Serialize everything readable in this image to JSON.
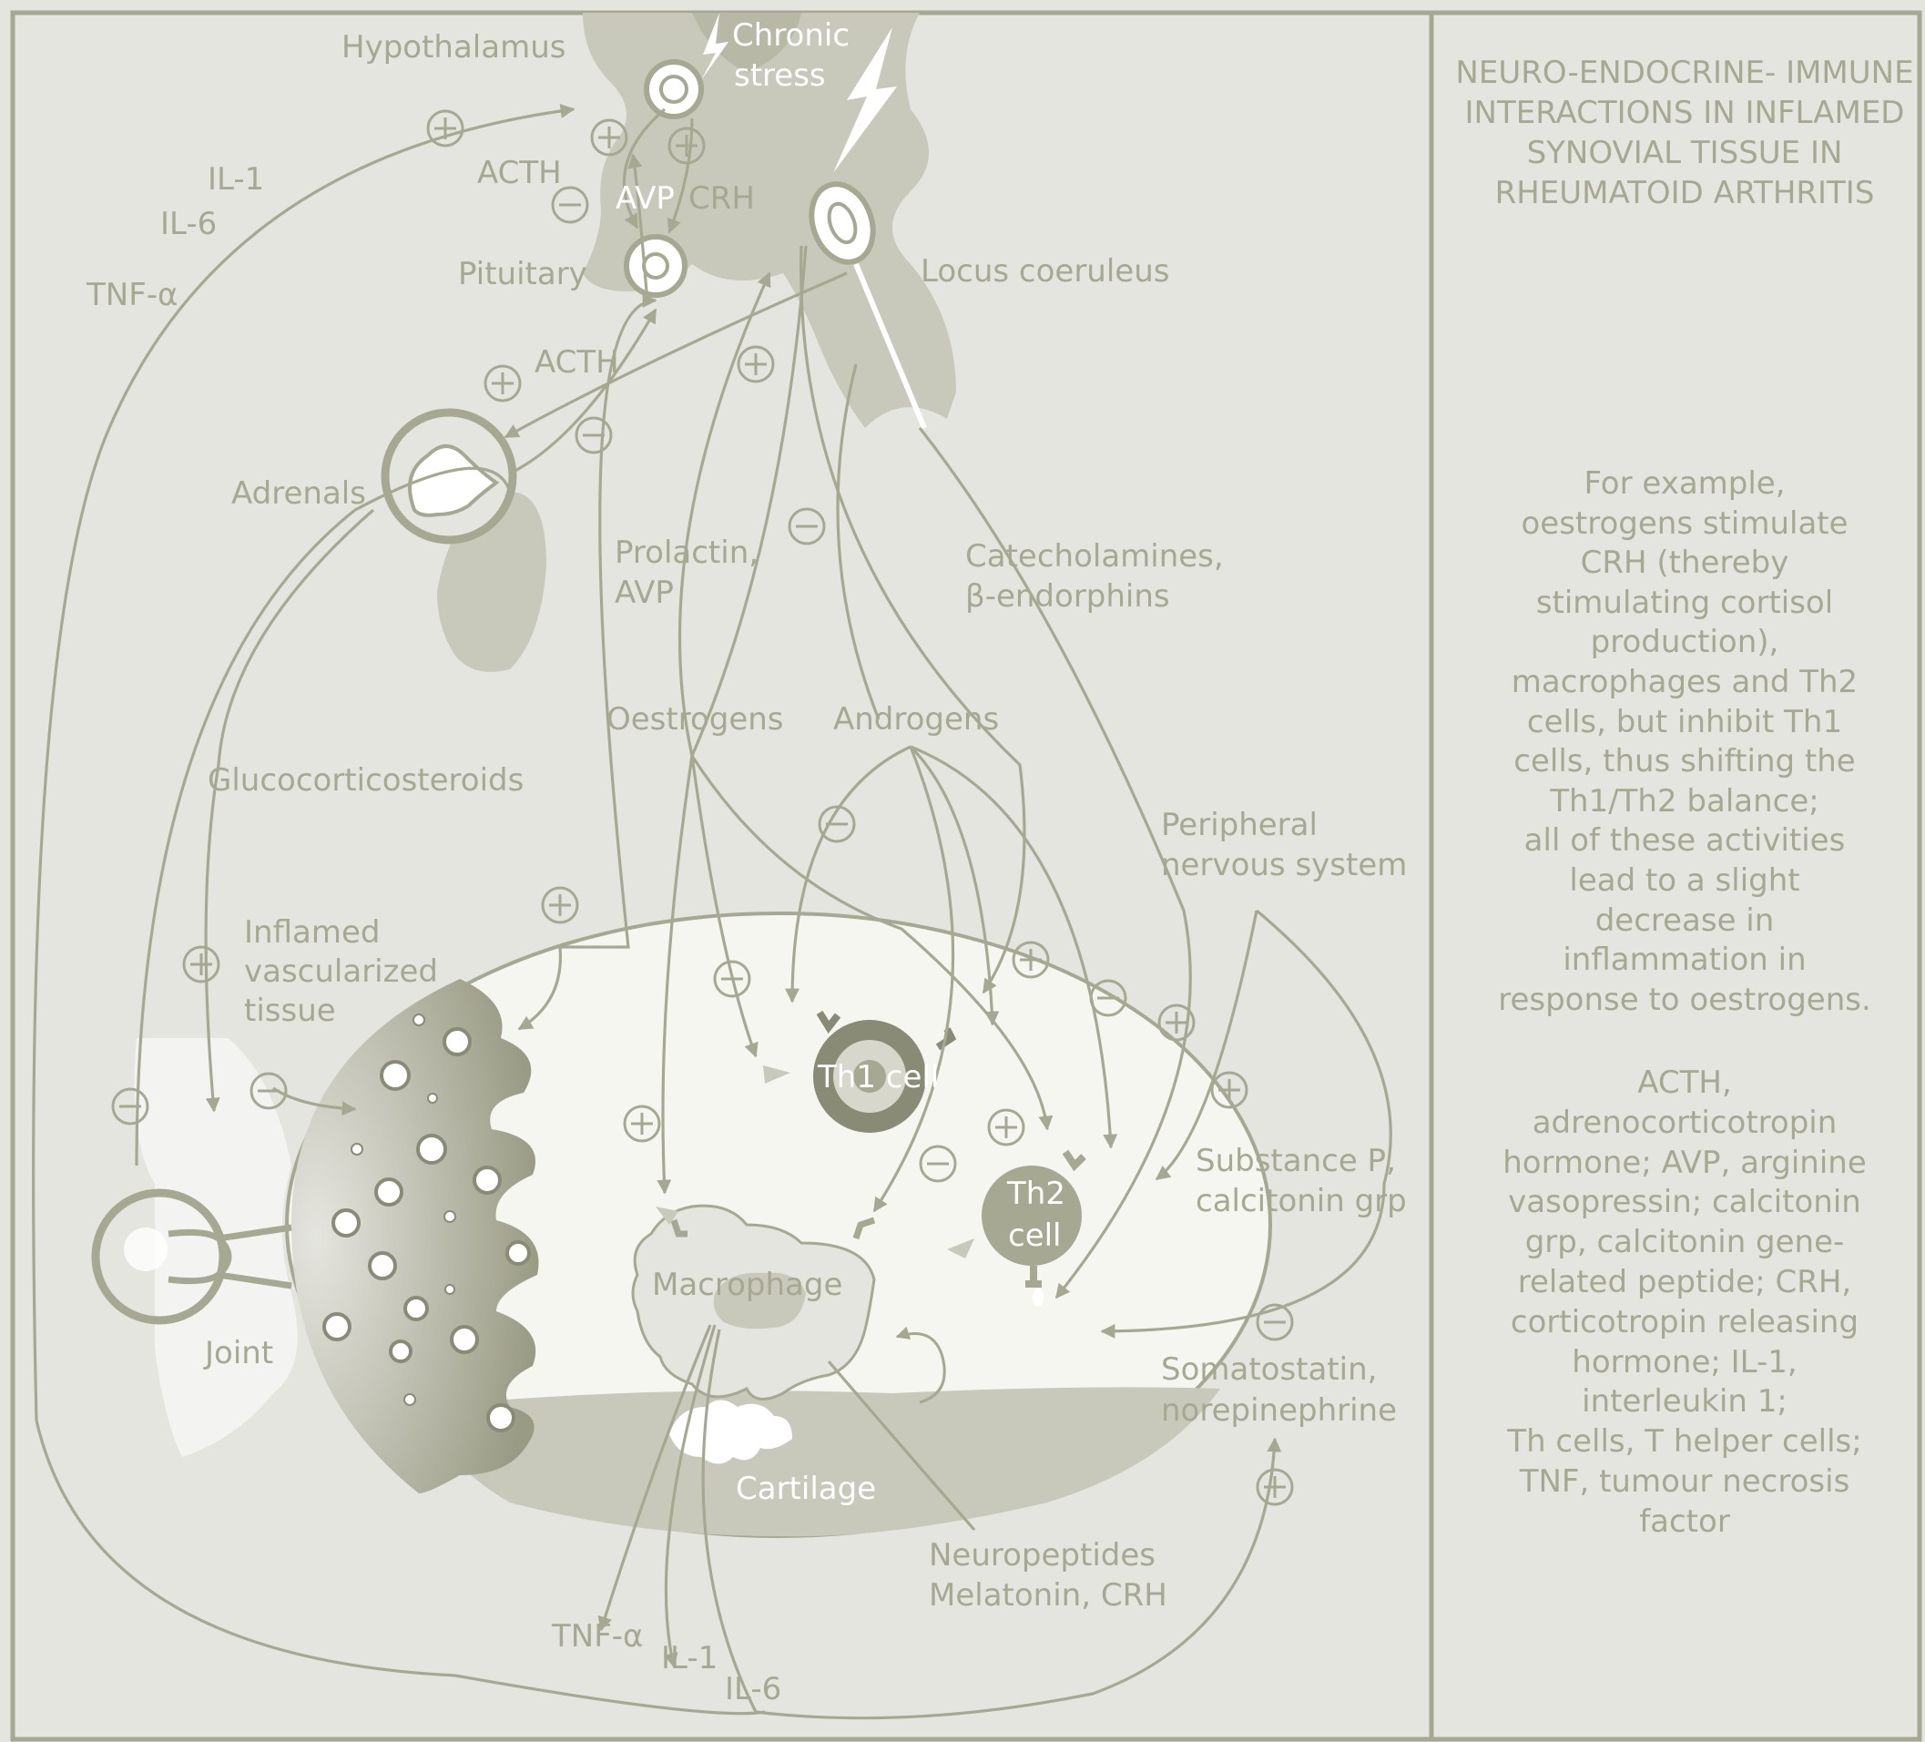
{
  "panel": {
    "title": "NEURO-ENDOCRINE- IMMUNE\nINTERACTIONS IN INFLAMED\nSYNOVIAL TISSUE IN\nRHEUMATOID ARTHRITIS",
    "example": "For example,\noestrogens stimulate\nCRH (thereby\nstimulating cortisol\nproduction),\nmacrophages and Th2\ncells, but inhibit Th1\ncells, thus shifting the\nTh1/Th2 balance;\nall of these activities\nlead to a slight\ndecrease in\ninflammation in\nresponse to oestrogens.",
    "abbreviations": "ACTH,\nadrenocorticotropin\nhormone; AVP, arginine\nvasopressin; calcitonin\ngrp, calcitonin gene-\nrelated peptide; CRH,\ncorticotropin releasing\nhormone; IL-1,\ninterleukin 1;\nTh cells, T helper cells;\nTNF, tumour necrosis\nfactor"
  },
  "labels": {
    "hypothalamus": "Hypothalamus",
    "chronic": "Chronic",
    "stress": "stress",
    "il1_top": "IL-1",
    "il6_top": "IL-6",
    "tnf_top": "TNF-α",
    "acth_top": "ACTH",
    "avp": "AVP",
    "crh": "CRH",
    "pituitary": "Pituitary",
    "locus": "Locus coeruleus",
    "acth_mid": "ACTH",
    "adrenals": "Adrenals",
    "prolactin": "Prolactin,",
    "avp2": "AVP",
    "catecholamines": "Catecholamines,",
    "endorphins": "β-endorphins",
    "oestrogens": "Oestrogens",
    "androgens": "Androgens",
    "glucocorticosteroids": "Glucocorticosteroids",
    "peripheral1": "Peripheral",
    "peripheral2": "nervous system",
    "inflamed1": "Inflamed",
    "inflamed2": "vascularized",
    "inflamed3": "tissue",
    "th1": "Th1 cell",
    "th2a": "Th2",
    "th2b": "cell",
    "substance1": "Substance P,",
    "substance2": "calcitonin grp",
    "macrophage": "Macrophage",
    "joint": "Joint",
    "somatostatin1": "Somatostatin,",
    "somatostatin2": "norepinephrine",
    "cartilage": "Cartilage",
    "neuropeptides1": "Neuropeptides",
    "neuropeptides2": "Melatonin, CRH",
    "tnf_bottom": "TNF-α",
    "il1_bottom": "IL-1",
    "il6_bottom": "IL-6"
  },
  "colors": {
    "background": "#e5e5df",
    "ink": "#a7a892",
    "dark_tissue": "#8a8b76",
    "white": "#ffffff"
  }
}
